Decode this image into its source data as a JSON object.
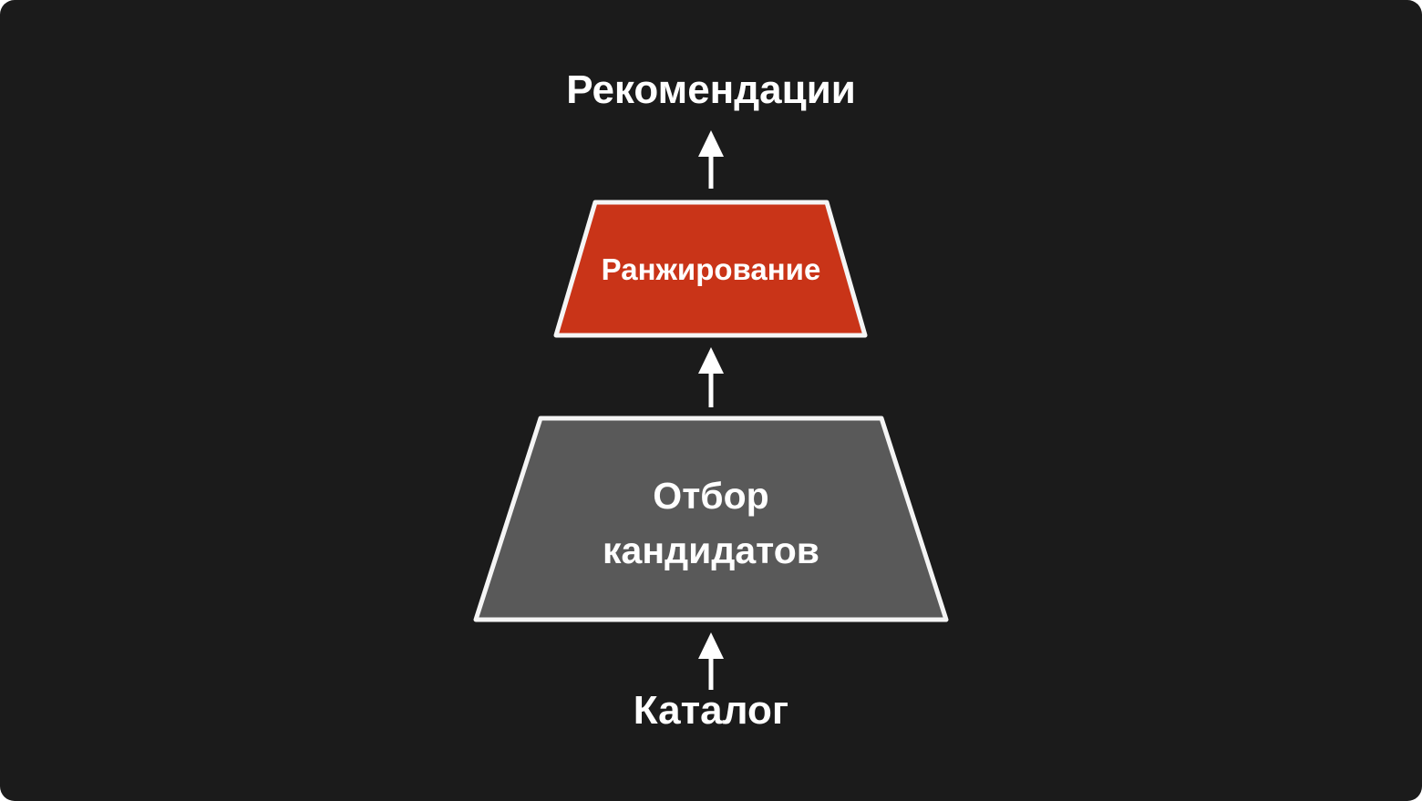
{
  "slide": {
    "title": "Рекомендации",
    "funnel": {
      "stage_ranking": {
        "label": "Ранжирование",
        "color": "#c93418"
      },
      "stage_candidates": {
        "label_line1": "Отбор",
        "label_line2": "кандидатов",
        "color": "#595959"
      },
      "source_label": "Каталог"
    },
    "colors": {
      "background": "#1b1b1b",
      "text": "#ffffff",
      "arrow": "#ffffff",
      "shape_border": "#f5f5f5"
    }
  }
}
